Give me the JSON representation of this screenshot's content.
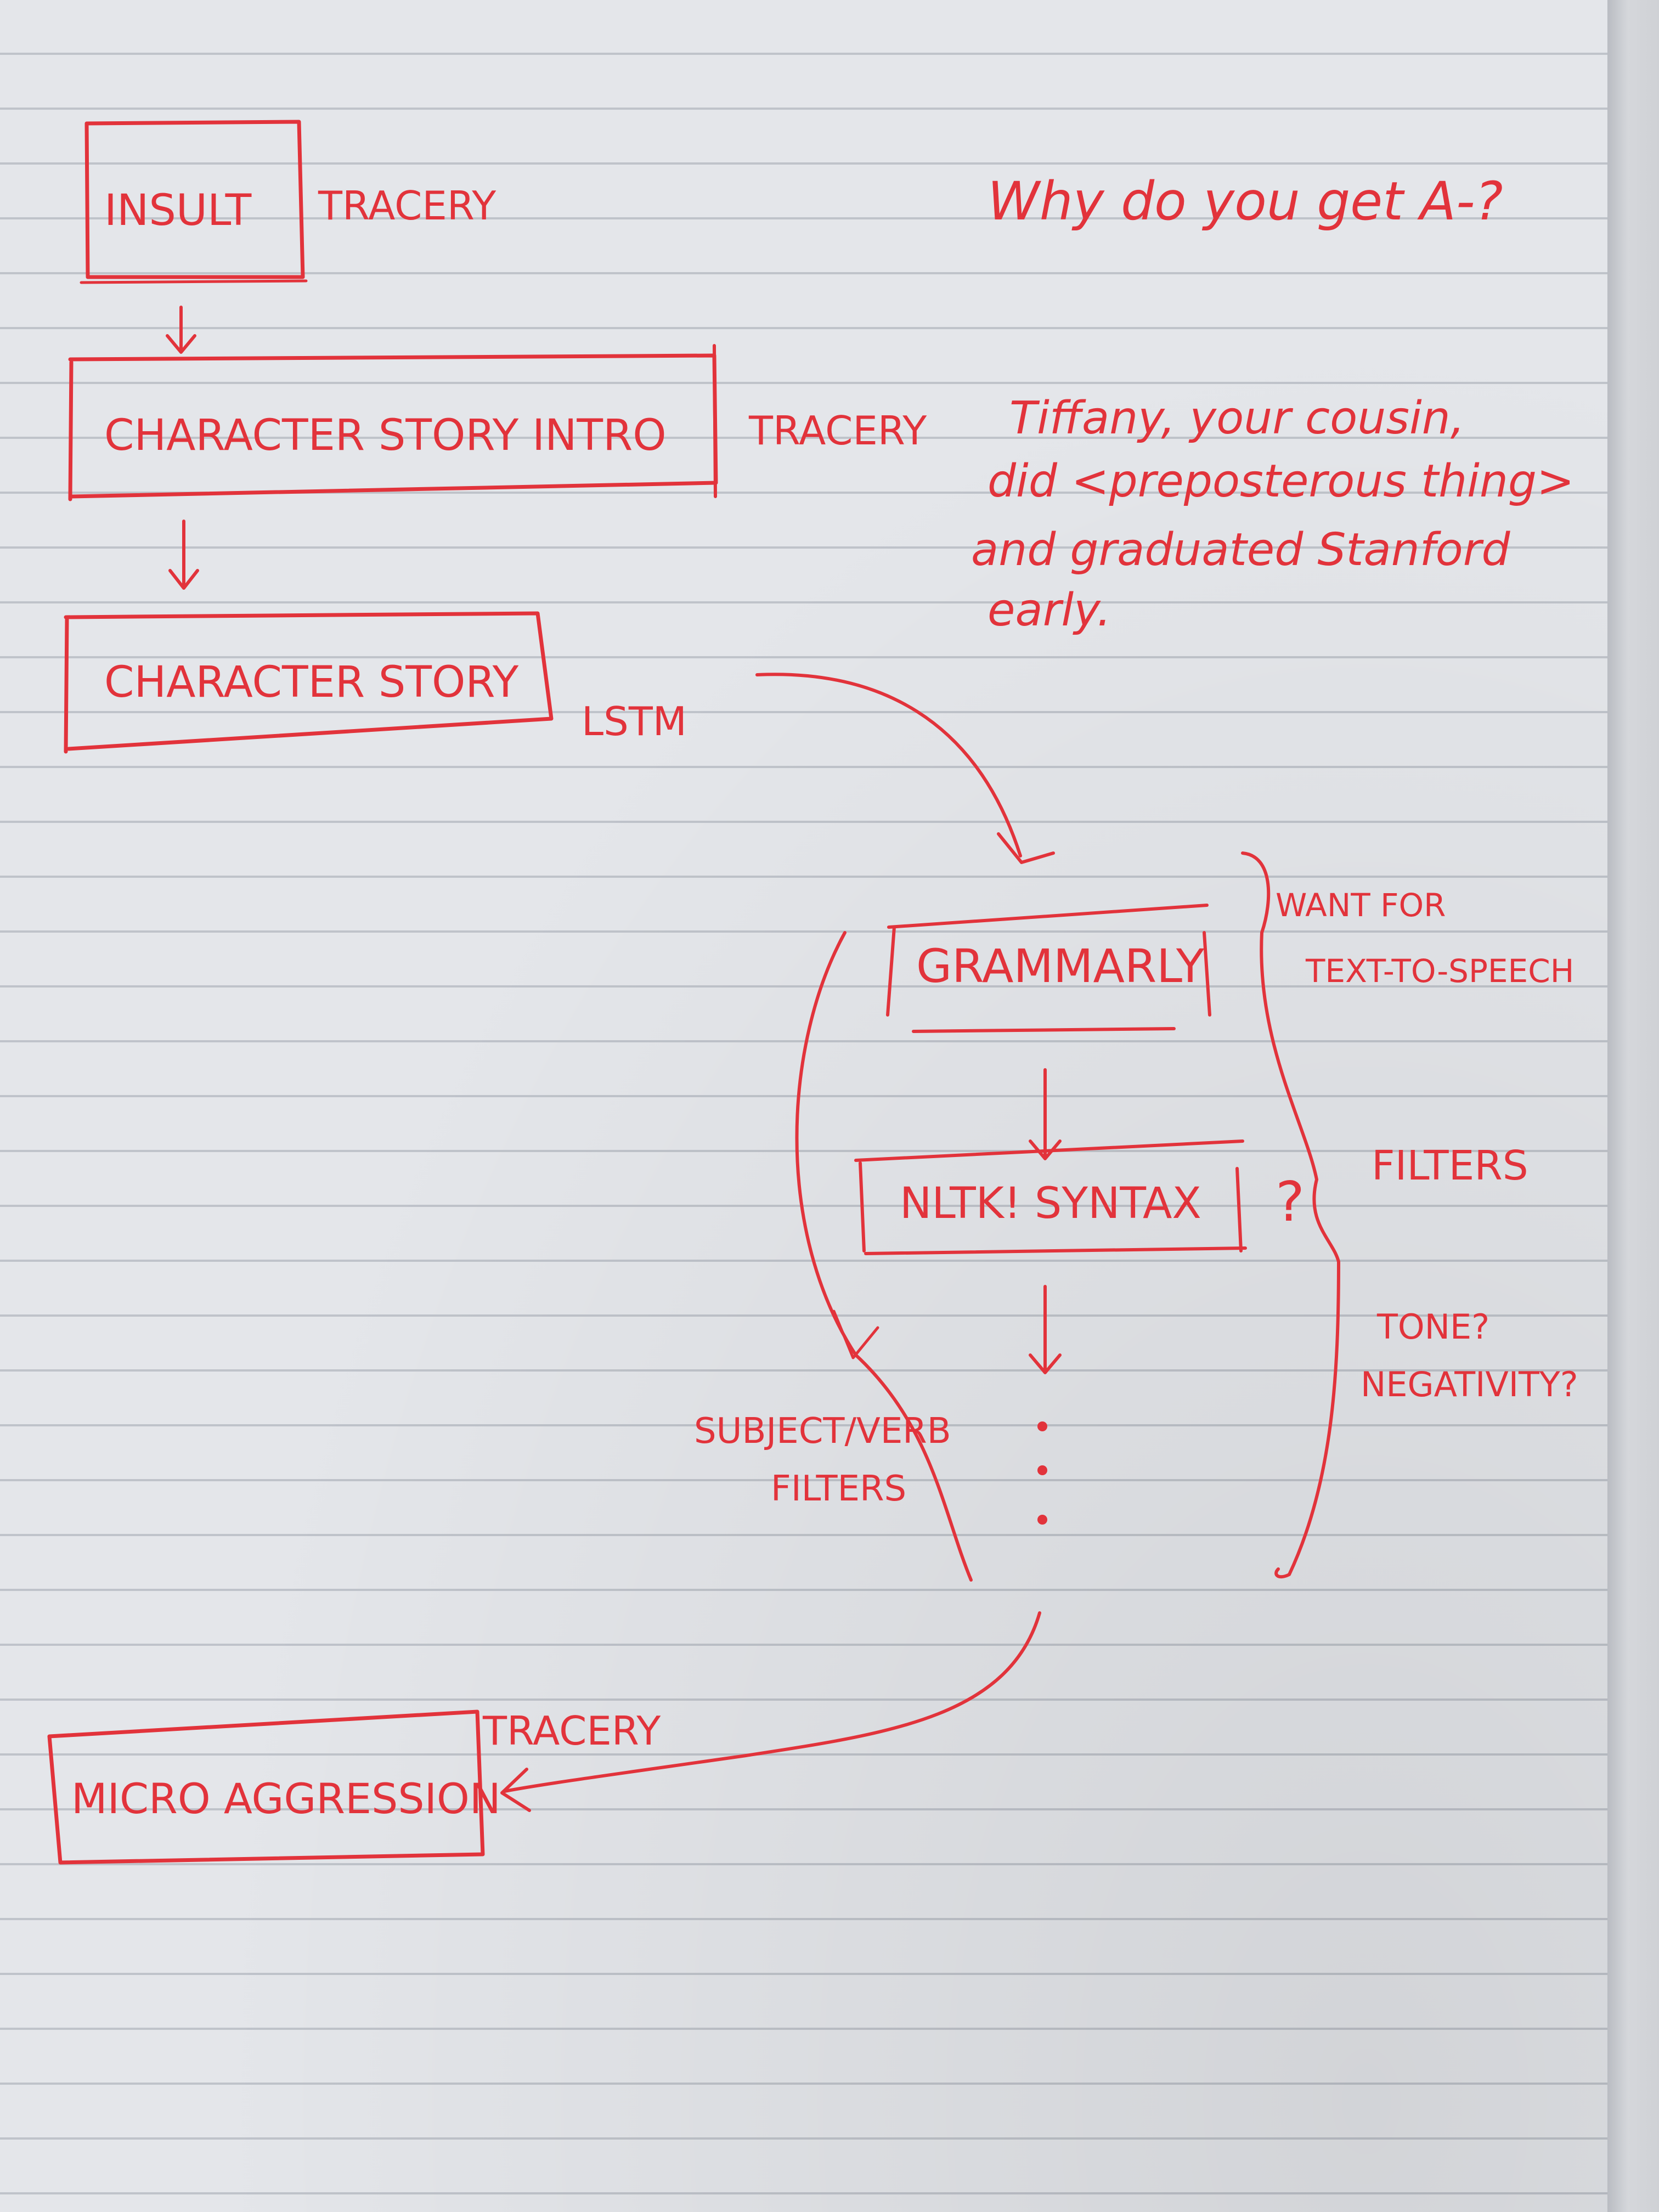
{
  "nodes": {
    "insult": "INSULT",
    "insult_tag": "TRACERY",
    "character_story_intro": "CHARACTER STORY INTRO",
    "intro_tag": "TRACERY",
    "character_story": "CHARACTER STORY",
    "story_tag": "LSTM",
    "grammarly": "GRAMMARLY",
    "nltk_syntax": "NLTK! SYNTAX",
    "question_mark": "?",
    "ellipsis": "⋮",
    "micro_aggression": "MICRO AGGRESSION",
    "micro_tag": "TRACERY"
  },
  "notes": {
    "question_line": "Why do you get A-?",
    "example_lines": [
      "Tiffany, your cousin,",
      "did <preposterous thing>",
      "and graduated Stanford",
      "early."
    ],
    "want_for_line1": "WANT FOR",
    "want_for_line2": "TEXT-TO-SPEECH",
    "filters": "FILTERS",
    "tone": "TONE?",
    "negativity": "NEGATIVITY?",
    "subject_verb_line1": "SUBJECT/VERB",
    "subject_verb_line2": "FILTERS"
  },
  "colors": {
    "ink": "#e2333b",
    "paper": "#e4e6ea",
    "rule_line": "#bfc3ca"
  }
}
